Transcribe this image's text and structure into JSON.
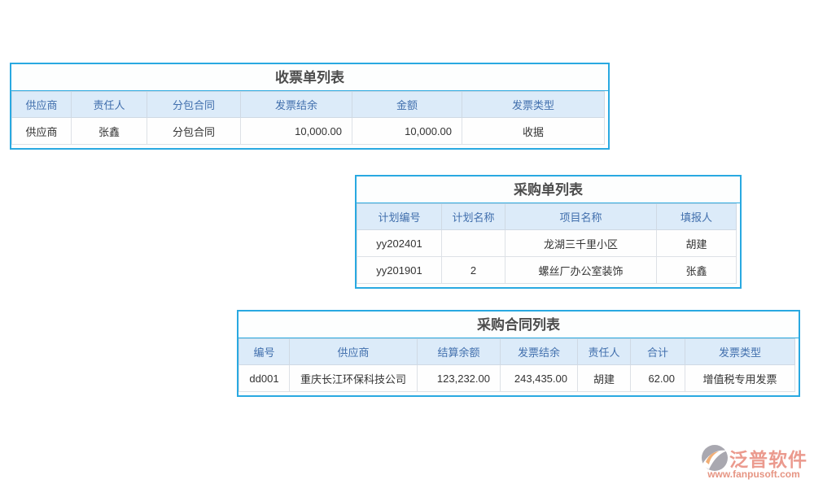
{
  "colors": {
    "panel_border": "#29a9e1",
    "header_bg": "#dcebf9",
    "header_text": "#416fad",
    "title_text": "#4c4c4c",
    "body_text": "#333333",
    "cell_border": "#dde1e6",
    "watermark_text": "#e8897b",
    "watermark_icon_gray": "#9b9aa3",
    "watermark_icon_orange": "#efa05e"
  },
  "receipt_table": {
    "title": "收票单列表",
    "columns": [
      "供应商",
      "责任人",
      "分包合同",
      "发票结余",
      "金额",
      "发票类型"
    ],
    "rows": [
      [
        "供应商",
        "张鑫",
        "分包合同",
        "10,000.00",
        "10,000.00",
        "收据"
      ]
    ]
  },
  "purchase_table": {
    "title": "采购单列表",
    "columns": [
      "计划编号",
      "计划名称",
      "项目名称",
      "填报人"
    ],
    "rows": [
      [
        "yy202401",
        "",
        "龙湖三千里小区",
        "胡建"
      ],
      [
        "yy201901",
        "2",
        "螺丝厂办公室装饰",
        "张鑫"
      ]
    ]
  },
  "contract_table": {
    "title": "采购合同列表",
    "columns": [
      "编号",
      "供应商",
      "结算余额",
      "发票结余",
      "责任人",
      "合计",
      "发票类型"
    ],
    "rows": [
      [
        "dd001",
        "重庆长江环保科技公司",
        "123,232.00",
        "243,435.00",
        "胡建",
        "62.00",
        "增值税专用发票"
      ]
    ]
  },
  "watermark": {
    "brand": "泛普软件",
    "url": "www.fanpusoft.com"
  }
}
